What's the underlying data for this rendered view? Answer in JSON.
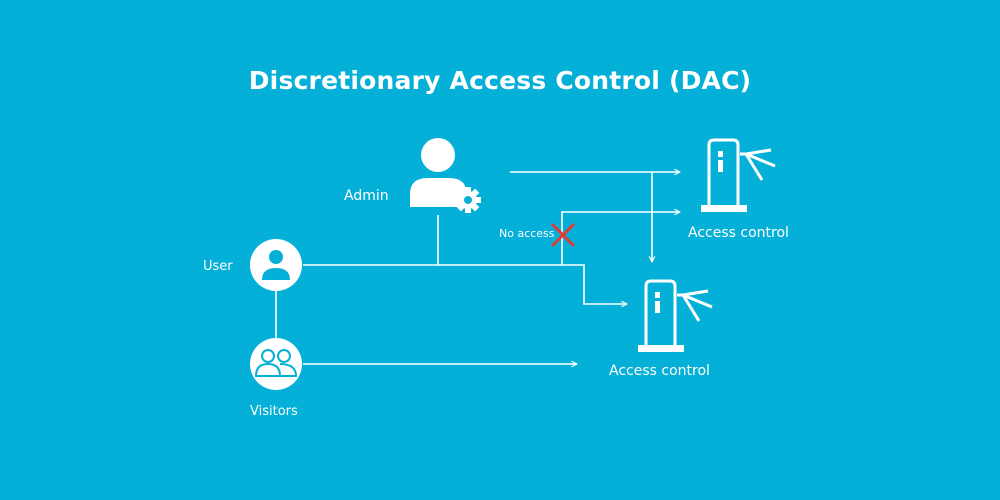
{
  "title": "Discretionary Access Control (DAC)",
  "nodes": {
    "admin": "Admin",
    "user": "User",
    "visitors": "Visitors"
  },
  "annotations": {
    "no_access": "No access"
  },
  "targets": {
    "access_control_1": "Access control",
    "access_control_2": "Access control"
  },
  "colors": {
    "background": "#05b0d8",
    "foreground": "#ffffff",
    "denied": "#e53935"
  },
  "icons": [
    "admin-user-gear-icon",
    "user-icon",
    "visitors-group-icon",
    "turnstile-icon",
    "deny-x-icon"
  ]
}
